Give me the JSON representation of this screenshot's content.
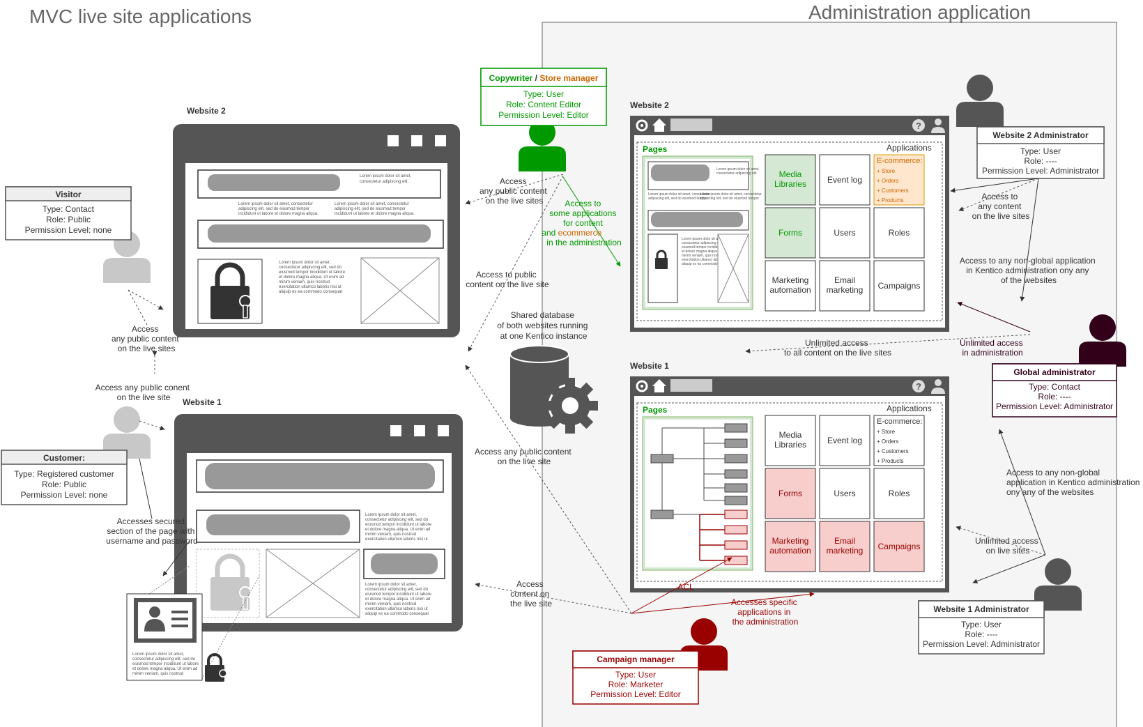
{
  "titles": {
    "left": "MVC live site applications",
    "right": "Administration application"
  },
  "website_labels": {
    "site2": "Website 2",
    "site1": "Website 1",
    "admin_site2": "Website 2",
    "admin_site1": "Website 1"
  },
  "lorem": {
    "short": [
      "Lorem ipsum dolor sit amet,",
      "consectetur adipiscing elit."
    ],
    "medium": [
      "Lorem ipsum dolor sit amet, consectetur",
      "adipiscing elit, sed do eiusmod tempor",
      "incididunt ut labore et dolore magna aliqua."
    ],
    "long": [
      "Lorem ipsum dolor sit amet,",
      "consectetur adipiscing elit, sed do",
      "eiusmod tempor incididunt ut labore",
      "et dolore magna aliqua. Ut enim ad",
      "minim veniam, quis nostrud",
      "exercitation ullamco laboris nisi ut",
      "aliquip ex ea commodo consequat"
    ]
  },
  "actors": {
    "visitor": {
      "title": "Visitor",
      "lines": [
        "Type: Contact",
        "Role: Public",
        "Permission Level: none"
      ]
    },
    "customer": {
      "title": "Customer:",
      "lines": [
        "Type: Registered customer",
        "Role: Public",
        "Permission Level: none"
      ]
    },
    "copywriter": {
      "title_a": "Copywriter",
      "title_sep": " / ",
      "title_b": "Store manager",
      "lines": [
        "Type: User",
        "Role: Content Editor",
        "Permission Level: Editor"
      ]
    },
    "site2_admin": {
      "title": "Website 2 Administrator",
      "lines": [
        "Type: User",
        "Role: ----",
        "Permission Level: Administrator"
      ]
    },
    "global_admin": {
      "title": "Global administrator",
      "lines": [
        "Type: Contact",
        "Role: ----",
        "Permission Level: Administrator"
      ]
    },
    "site1_admin": {
      "title": "Website 1 Administrator",
      "lines": [
        "Type: User",
        "Role: ----",
        "Permission Level: Administrator"
      ]
    },
    "campaign": {
      "title": "Campaign manager",
      "lines": [
        "Type: User",
        "Role: Marketer",
        "Permission Level: Editor"
      ]
    }
  },
  "admin_panel": {
    "pages_label": "Pages",
    "applications_label": "Applications",
    "ecommerce_title": "E-commerce:",
    "ecommerce_items": [
      "+ Store",
      "+ Orders",
      "+ Customers",
      "+ Products"
    ],
    "tiles": [
      [
        "Media",
        "Libraries"
      ],
      [
        "Event log"
      ],
      [
        "Forms"
      ],
      [
        "Users"
      ],
      [
        "Roles"
      ],
      [
        "Marketing",
        "automation"
      ],
      [
        "Email",
        "marketing"
      ],
      [
        "Campaigns"
      ]
    ]
  },
  "database_label": [
    "Shared database",
    "of both websites running",
    "at one Kentico instance"
  ],
  "annotations": {
    "visitor_access": [
      "Access",
      "any public content",
      "on the live sites"
    ],
    "customer_access": [
      "Access any public conent",
      "on the live site"
    ],
    "secured": [
      "Accesses secured",
      "section of the page with",
      "username and password"
    ],
    "copywriter_public": [
      "Access",
      "any public content",
      "on the live sites"
    ],
    "copywriter_apps": [
      "Access to",
      "some applications",
      "for content",
      "and ",
      "ecommerce",
      "in the administration"
    ],
    "public_live": [
      "Access to public",
      "content on the live site"
    ],
    "public_live2": [
      "Access any public content",
      "on the live site"
    ],
    "campaign_live": [
      "Access",
      "content on",
      "the live site"
    ],
    "acl": "ACL",
    "campaign_apps": [
      "Accesses specific",
      "applications in",
      "the administration"
    ],
    "unlimited_all": [
      "Unlimited access",
      "to all content on the live sites"
    ],
    "unlimited_admin": [
      "Unlimited access",
      "in administration"
    ],
    "site2_admin_live": [
      "Access to",
      "any content",
      "on the live sites"
    ],
    "site2_admin_apps": [
      "Access to any non-global application",
      "in Kentico administration ony any",
      "of the websites"
    ],
    "site1_admin_apps": [
      "Access to any non-global",
      "application in Kentico administration",
      "ony any of the websites"
    ],
    "site1_admin_live": [
      "Unlimited access",
      "on live sites"
    ]
  },
  "colors": {
    "dark": "#555555",
    "green": "#009900",
    "orange": "#cc6600",
    "darkred": "#990000",
    "maroon": "#33001a",
    "gray_person": "#c8c8c8",
    "admin_bg": "#f5f5f5",
    "green_tile": "#d5e8d4",
    "red_tile": "#f8cecc",
    "orange_tile": "#ffe6cc"
  }
}
